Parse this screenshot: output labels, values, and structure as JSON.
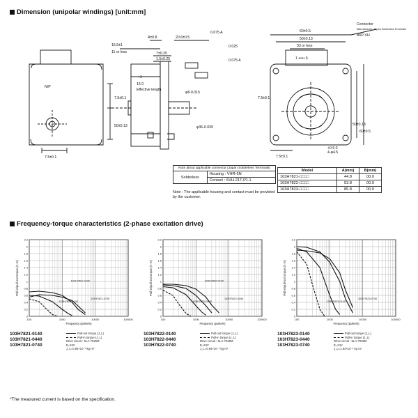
{
  "dimension": {
    "title": "Dimension (unipolar windings) [unit:mm]",
    "labels": {
      "np": "N/P",
      "c15": "15.5±1",
      "c11": "11 or less",
      "a": "A±0.8",
      "c75": "7±0.25",
      "c15b": "1.5±0.25",
      "c206": "20.6±0.5",
      "c0075": "0.075 A",
      "c0025": "0.025",
      "c0075b": "0.075 A",
      "plus1": "+1",
      "c15e": "15 0",
      "eff": "Effective length",
      "shaft8": "φ8-0.015",
      "shaft36": "φ36-0.039",
      "c75v": "7.5±0.1",
      "c50v": "50±0.13",
      "c75h": "7.5±0.1",
      "c60": "60±0.5",
      "c50": "50±0.13",
      "c33": "33 or less",
      "pins": "1 ••••• 6",
      "connector": "Connector",
      "maker": "Manufacturer: Japan Solderless Terminals",
      "b6p": "B6P-VH",
      "c4": "4-φ4.5",
      "c05": "+0.5 0",
      "c50r": "50±0.13",
      "c60r": "60±0.5",
      "c75r": "7.5±0.1",
      "c75rb": "7.5±0.1"
    }
  },
  "connector_table": {
    "header": "Note about applicable connector (Japan Solderless Terminals)",
    "type": "Solderless",
    "housing": "Housing : VHR-6N",
    "contact": "Contact : SVH-21T-P1.1",
    "note": "Note : The applicable housing and contact must be provided by the customer."
  },
  "model_table": {
    "headers": [
      "Model",
      "A(mm)",
      "B(mm)"
    ],
    "rows": [
      [
        "103H7821-□□□□",
        "44.8",
        "00.0"
      ],
      [
        "103H7822-□□□□",
        "53.8",
        "00.0"
      ],
      [
        "103H7823-□□□□",
        "85.8",
        "00.0"
      ]
    ]
  },
  "freq_title": "Frequency-torque characteristics (2-phase excitation drive)",
  "footnote": "*The measured current is based on the specification.",
  "charts": [
    {
      "ylabel": "Pull-in/pull-out torque (N·m)",
      "xlabel": "Frequency (pulse/s)",
      "ymax": 2.2,
      "yticks": [
        "2.2",
        "2",
        "1.8",
        "1.6",
        "1.4",
        "1.2",
        "1",
        "0.8",
        "0.6",
        "0.4",
        "0.2",
        "0"
      ],
      "xticks": [
        "100",
        "1000",
        "10000",
        "100000"
      ],
      "labels": [
        "103H7821-0440",
        "103H7821-0740",
        "103H7821-0140"
      ],
      "models": [
        "103H7821-0140",
        "103H7821-0440",
        "103H7821-0740"
      ],
      "legend": [
        "Pull-out torque (J_L)",
        "Pull-in torque (J_L)",
        "Drive circuit : SLA-7026M",
        "E=24V",
        "J_L=0.94×10⁻⁵ kg·m²"
      ]
    },
    {
      "ylabel": "Pull-in/pull-out torque (N·m)",
      "xlabel": "Frequency (pulse/s)",
      "ymax": 2.2,
      "yticks": [
        "2.2",
        "2",
        "1.8",
        "1.6",
        "1.4",
        "1.2",
        "1",
        "0.8",
        "0.6",
        "0.4",
        "0.2",
        "0"
      ],
      "xticks": [
        "100",
        "1000",
        "10000",
        "100000"
      ],
      "labels": [
        "103H7822-0740",
        "103H7822-0440",
        "103H7822-0140"
      ],
      "models": [
        "103H7822-0140",
        "103H7822-0440",
        "103H7822-0740"
      ],
      "legend": [
        "Pull-out torque (J_L)",
        "Pull-in torque (J_L)",
        "Drive circuit : SLA-7026M",
        "E=24V",
        "J_L=0.94×10⁻⁵ kg·m²"
      ]
    },
    {
      "ylabel": "Pull-in/pull-out torque (N·m)",
      "xlabel": "Frequency (pulse/s)",
      "ymax": 2.2,
      "yticks": [
        "2.2",
        "2",
        "1.8",
        "1.6",
        "1.4",
        "1.2",
        "1",
        "0.8",
        "0.6",
        "0.4",
        "0.2",
        "0"
      ],
      "xticks": [
        "100",
        "1000",
        "10000",
        "100000"
      ],
      "labels": [
        "103H7823-0440",
        "103H7823-0740",
        "103H7823-0140"
      ],
      "models": [
        "103H7823-0140",
        "103H7823-0440",
        "103H7823-0740"
      ],
      "legend": [
        "Pull-out torque (J_L)",
        "Pull-in torque (J_L)",
        "Drive circuit : SLA-7026M",
        "E=24V",
        "J_L=1.64×10⁻⁵ kg·m²"
      ]
    }
  ],
  "chart_data": [
    {
      "type": "line",
      "xlabel": "Frequency (pulse/s)",
      "ylabel": "Pull-in/pull-out torque (N·m)",
      "x_scale": "log",
      "xlim": [
        100,
        100000
      ],
      "ylim": [
        0,
        2.2
      ],
      "series": [
        {
          "name": "103H7821-0440",
          "style": "pullout",
          "x": [
            100,
            200,
            500,
            1000,
            2000,
            3000,
            5000
          ],
          "y": [
            0.7,
            0.72,
            0.68,
            0.6,
            0.4,
            0.2,
            0.05
          ]
        },
        {
          "name": "103H7821-0740",
          "style": "pullout",
          "x": [
            100,
            200,
            500,
            1000,
            2000,
            3000,
            5000
          ],
          "y": [
            0.55,
            0.62,
            0.6,
            0.55,
            0.45,
            0.3,
            0.1
          ]
        },
        {
          "name": "103H7821-0140",
          "style": "pullout",
          "x": [
            100,
            200,
            500,
            1000,
            1500,
            2000
          ],
          "y": [
            0.6,
            0.58,
            0.42,
            0.2,
            0.08,
            0.02
          ]
        },
        {
          "name": "103H7821-0140",
          "style": "pullin",
          "x": [
            100,
            200,
            300,
            500,
            700
          ],
          "y": [
            0.5,
            0.42,
            0.25,
            0.05,
            0.0
          ]
        }
      ]
    },
    {
      "type": "line",
      "xlabel": "Frequency (pulse/s)",
      "ylabel": "Pull-in/pull-out torque (N·m)",
      "x_scale": "log",
      "xlim": [
        100,
        100000
      ],
      "ylim": [
        0,
        2.2
      ],
      "series": [
        {
          "name": "103H7822-0740",
          "style": "pullout",
          "x": [
            100,
            200,
            500,
            1000,
            2000,
            3000,
            5000
          ],
          "y": [
            0.92,
            0.92,
            0.88,
            0.78,
            0.55,
            0.32,
            0.1
          ]
        },
        {
          "name": "103H7822-0440",
          "style": "pullout",
          "x": [
            100,
            200,
            500,
            1000,
            2000,
            3000
          ],
          "y": [
            0.9,
            0.88,
            0.8,
            0.6,
            0.3,
            0.1
          ]
        },
        {
          "name": "103H7822-0140",
          "style": "pullout",
          "x": [
            100,
            200,
            500,
            1000,
            1500,
            2000
          ],
          "y": [
            0.85,
            0.82,
            0.62,
            0.3,
            0.12,
            0.03
          ]
        },
        {
          "name": "103H7822-0140",
          "style": "pullin",
          "x": [
            100,
            200,
            300,
            500,
            700
          ],
          "y": [
            0.75,
            0.6,
            0.35,
            0.08,
            0.0
          ]
        }
      ]
    },
    {
      "type": "line",
      "xlabel": "Frequency (pulse/s)",
      "ylabel": "Pull-in/pull-out torque (N·m)",
      "x_scale": "log",
      "xlim": [
        100,
        100000
      ],
      "ylim": [
        0,
        2.2
      ],
      "series": [
        {
          "name": "103H7823-0440",
          "style": "pullout",
          "x": [
            100,
            200,
            500,
            1000,
            2000,
            3000,
            5000
          ],
          "y": [
            2.0,
            1.98,
            1.85,
            1.55,
            1.0,
            0.5,
            0.1
          ]
        },
        {
          "name": "103H7823-0740",
          "style": "pullout",
          "x": [
            100,
            200,
            500,
            1000,
            2000,
            3000,
            5000
          ],
          "y": [
            1.9,
            1.88,
            1.82,
            1.65,
            1.25,
            0.75,
            0.25
          ]
        },
        {
          "name": "103H7823-0140",
          "style": "pullout",
          "x": [
            100,
            200,
            500,
            1000,
            1500,
            2000
          ],
          "y": [
            1.95,
            1.85,
            1.4,
            0.6,
            0.2,
            0.05
          ]
        },
        {
          "name": "103H7823-0140",
          "style": "pullin",
          "x": [
            100,
            200,
            300,
            500,
            700
          ],
          "y": [
            1.85,
            1.5,
            0.9,
            0.2,
            0.0
          ]
        }
      ]
    }
  ]
}
